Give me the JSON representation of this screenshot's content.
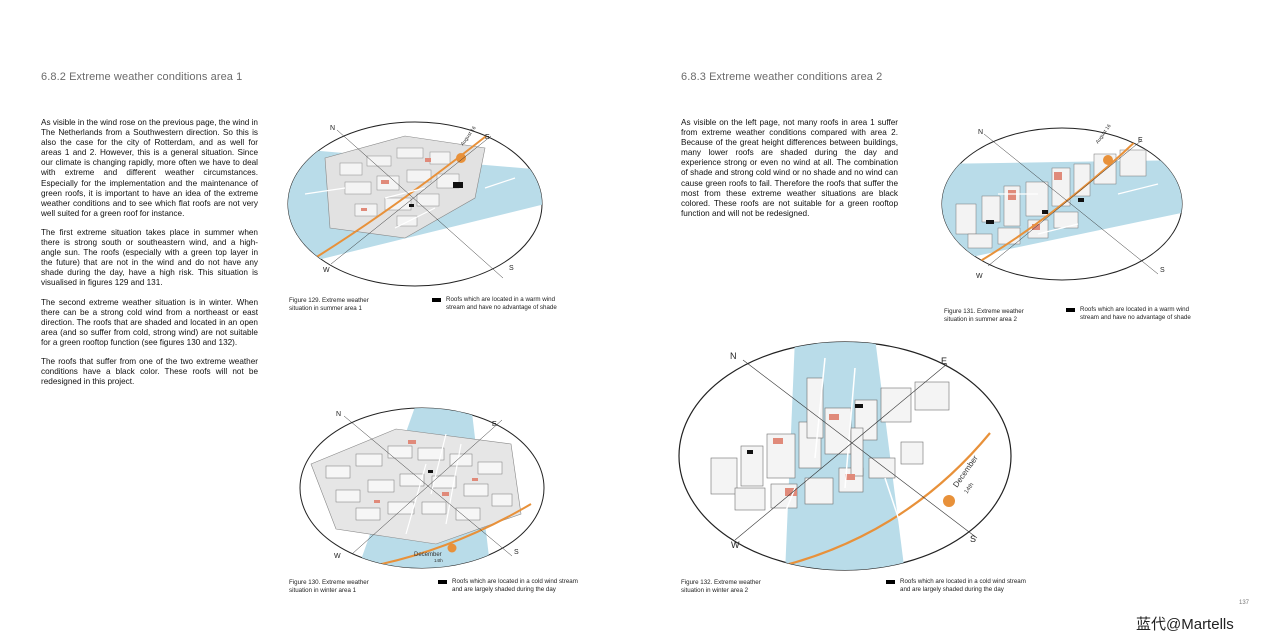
{
  "left": {
    "heading": "6.8.2 Extreme weather conditions area 1",
    "paragraphs": [
      "As visible in the wind rose on the previous page, the wind in The Netherlands from a Southwestern direction. So this is also the case for the city of Rotterdam, and as well for areas 1 and 2. However, this is a general situation. Since our climate is changing rapidly, more often we have to deal with extreme and different weather circumstances. Especially for the implementation and the maintenance of green roofs, it is important to have an idea of the extreme weather conditions and to see which flat roofs are not very well suited for a green roof for instance.",
      "The first extreme situation takes place in summer when there is strong south or southeastern wind, and a high-angle sun. The roofs (especially with a green top layer in the future) that are not in the wind and do not have any shade during the day, have a high risk. This situation is visualised in figures 129 and 131.",
      "The second extreme weather situation is in winter. When there can be a strong cold wind from a northeast or east direction. The roofs that are shaded and located in an open area (and so suffer from cold, strong wind) are not suitable for a green rooftop function (see figures 130 and 132).",
      "The roofs that suffer from one of the two extreme weather conditions have a black color. These roofs will not be redesigned in this project."
    ],
    "fig129": {
      "caption_l1": "Figure 129.    Extreme weather",
      "caption_l2": "situation in summer area 1",
      "legend_l1": "Roofs which are located in a warm wind",
      "legend_l2": "stream and have no advantage of shade",
      "sun_label": "August 16"
    },
    "fig130": {
      "caption_l1": "Figure 130.    Extreme weather",
      "caption_l2": "situation in winter area 1",
      "legend_l1": "Roofs which are located in a cold wind stream",
      "legend_l2": "and are largely shaded during the day",
      "sun_month": "December",
      "sun_day": "14th"
    }
  },
  "right": {
    "heading": "6.8.3 Extreme weather conditions area 2",
    "paragraphs": [
      "As visible on the left page, not many roofs in area 1 suffer from extreme weather conditions compared with area 2. Because of the great height differences between buildings, many lower roofs are shaded during the day and experience strong or even no wind at all. The combination of shade and strong cold wind or no shade and no wind can cause green roofs to fail. Therefore the roofs that suffer the most from these extreme weather situations are black colored. These roofs are not suitable for a green rooftop function and will not be redesigned."
    ],
    "fig131": {
      "caption_l1": "Figure 131.    Extreme weather",
      "caption_l2": "situation in summer area 2",
      "legend_l1": "Roofs which are located in a warm wind",
      "legend_l2": "stream and have no advantage of shade",
      "sun_label": "August 16"
    },
    "fig132": {
      "caption_l1": "Figure 132.    Extreme weather",
      "caption_l2": "situation in winter area 2",
      "legend_l1": "Roofs which are located in a cold wind stream",
      "legend_l2": "and are largely shaded during the day",
      "sun_month": "December",
      "sun_day": "14th"
    }
  },
  "compass": {
    "n": "N",
    "e": "E",
    "s": "S",
    "w": "W"
  },
  "page_number": "137",
  "watermark": "蓝代@Martells",
  "colors": {
    "wind_zone": "#b9dce9",
    "sun": "#e8913a",
    "roof_red": "#e08a7a",
    "building": "#eeeeee",
    "heading_gray": "#6b6b6b"
  }
}
